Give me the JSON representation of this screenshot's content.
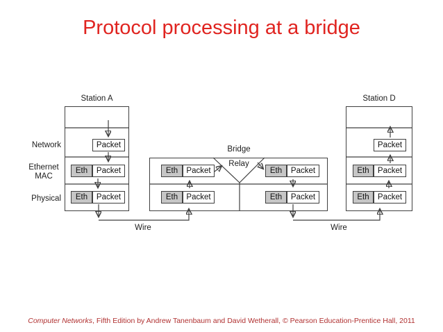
{
  "slide": {
    "title": "Protocol processing at a bridge",
    "footer": {
      "book_title": "Computer Networks",
      "credits": ", Fifth Edition by Andrew Tanenbaum and David Wetherall, © Pearson Education-Prentice Hall, 2011"
    }
  },
  "diagram": {
    "station_a": "Station A",
    "station_d": "Station D",
    "bridge": "Bridge",
    "relay": "Relay",
    "wire_left": "Wire",
    "wire_right": "Wire",
    "layers": {
      "network": "Network",
      "ethernet": "Ethernet",
      "mac": "MAC",
      "physical": "Physical"
    },
    "labels": {
      "eth": "Eth",
      "packet": "Packet"
    },
    "colors": {
      "title_red": "#e02420",
      "footer_red": "#b03030",
      "eth_fill": "#c6c6c6",
      "line": "#3f3f3f"
    }
  }
}
